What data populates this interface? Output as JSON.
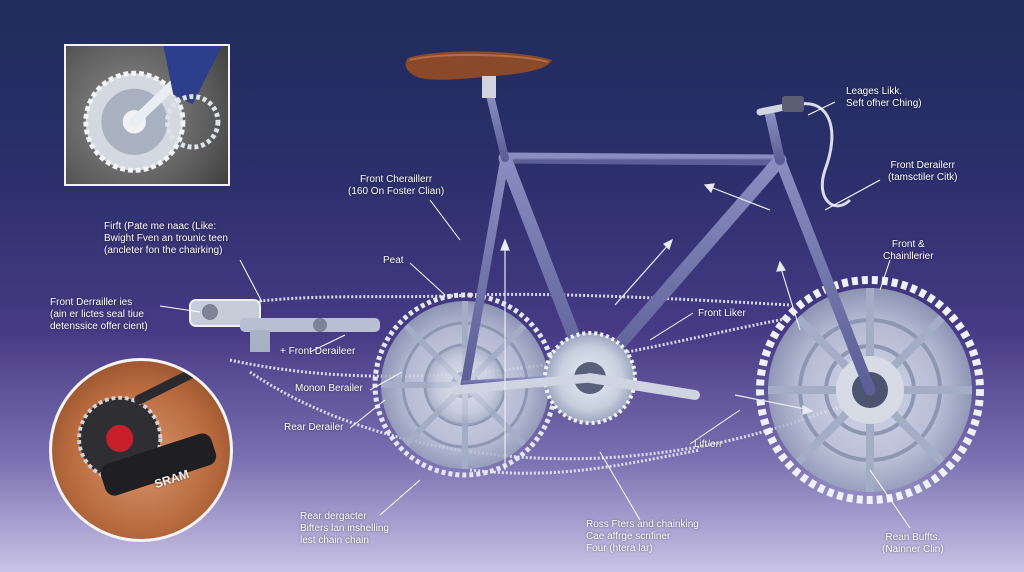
{
  "colors": {
    "background_top": "#1f2c5c",
    "background_bottom": "#c9c3e6",
    "frame": "#6f72a8",
    "saddle": "#8a4a2a",
    "chrome": "#d8dde8",
    "label_text": "#ffffff"
  },
  "icons": {
    "inset_top": "crank-chainring-closeup-icon",
    "inset_bottom": "rear-derailleur-closeup-icon",
    "bicycle": "bicycle-icon"
  },
  "labels": {
    "leages": [
      "Leages Likk.",
      "Seft ofher Ching)"
    ],
    "front_chera": [
      "Front Cheraillerr",
      "(160 On Foster Clian)"
    ],
    "front_der_tams": [
      "Front Derailerr",
      "(tamsctiler Citk)"
    ],
    "firft": [
      "Firft (Pate me naac (Like:",
      "Bwight Fven an trounic teen",
      "(ancleter fon the chairking)"
    ],
    "front_chainl": [
      "Front &",
      "Chainllerier"
    ],
    "peat": [
      "Peat"
    ],
    "front_der_ies": [
      "Front Derrailler ies",
      "(ain er lictes seal tiue",
      "detenssice offer cient)"
    ],
    "front_liker": [
      "Front Liker"
    ],
    "plus_front": [
      "+ Front Deraileer"
    ],
    "monon": [
      "Monon Berailer"
    ],
    "rear_derailer": [
      "Rear Derailer"
    ],
    "lift": [
      "Lift/err"
    ],
    "rear_dergacter": [
      "Rear dergacter",
      "Bifters lan inshelling",
      "lest chain chain"
    ],
    "ross": [
      "Ross Fters and chainking",
      "Cae affrge scrifiner",
      "Four (htera lar)"
    ],
    "rean": [
      "Rean Buffts.",
      "(Nainner Clin)"
    ],
    "brand_mark": "SRAM"
  }
}
